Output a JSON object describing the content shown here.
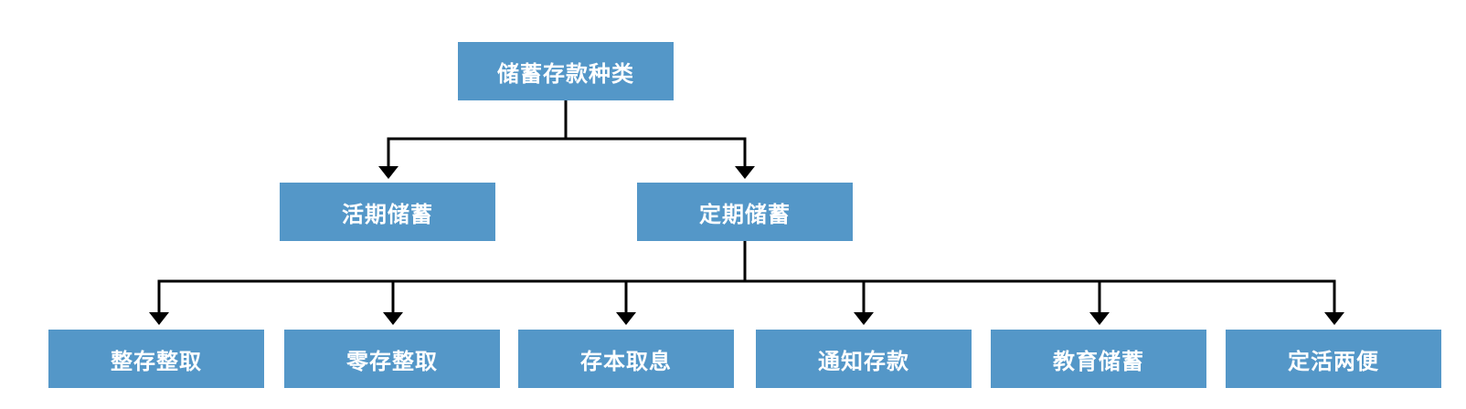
{
  "diagram": {
    "root": {
      "label": "储蓄存款种类"
    },
    "level1": [
      {
        "label": "活期储蓄"
      },
      {
        "label": "定期储蓄"
      }
    ],
    "level2": [
      {
        "label": "整存整取"
      },
      {
        "label": "零存整取"
      },
      {
        "label": "存本取息"
      },
      {
        "label": "通知存款"
      },
      {
        "label": "教育储蓄"
      },
      {
        "label": "定活两便"
      }
    ],
    "colors": {
      "node_fill": "#5497c8",
      "node_text": "#ffffff",
      "connector": "#000000"
    }
  }
}
